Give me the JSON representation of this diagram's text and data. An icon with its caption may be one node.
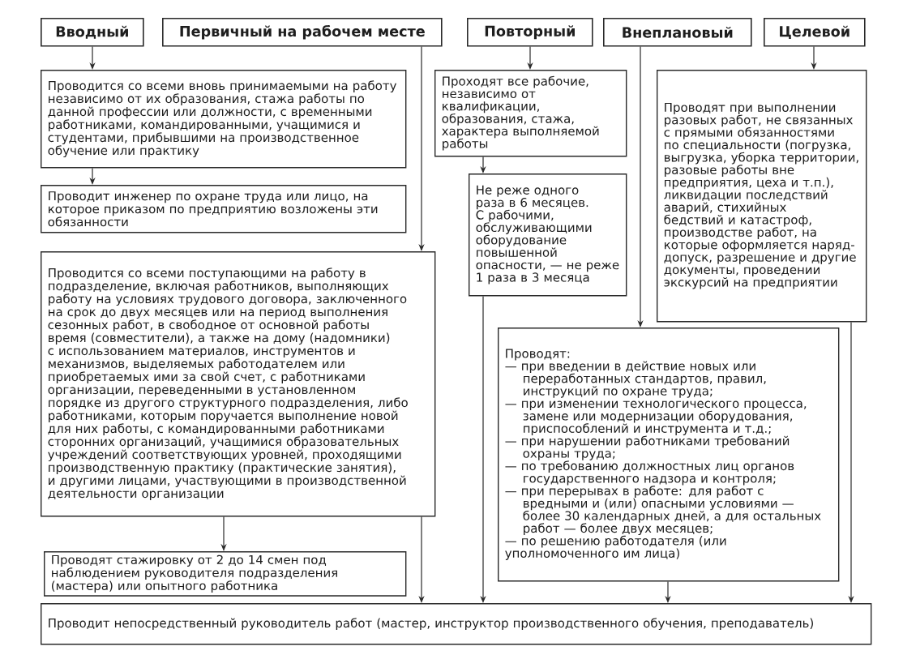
{
  "diagram": {
    "nodes": [
      {
        "text": [
          "Вводный"
        ]
      },
      {
        "text": [
          "Первичный на рабочем месте"
        ]
      },
      {
        "text": [
          "Повторный"
        ]
      },
      {
        "text": [
          "Внеплановый"
        ]
      },
      {
        "text": [
          "Целевой"
        ]
      },
      {
        "text": [
          "Проводится со всеми вновь принимаемыми на работу независимо от их образования, стажа работы по данной профессии или должности, с временными работниками, командированными, учащимися и студентами, прибывшими на производственное обучение или практику"
        ]
      },
      {
        "text": [
          "Проходят все рабочие, независимо от квалификации, образования, стажа, характера выполняемой работы"
        ]
      },
      {
        "text": [
          "Проводят при выполнении разовых работ, не связанных с прямыми обязанностями по специальности (погрузка, выгрузка, уборка территории, разовые работы вне предприятия, цеха и т.п.), ликвидации последствий аварий, стихийных бедствий и катастроф, производстве работ, на которые оформляется наряд-допуск, разрешение и другие документы, проведении экскурсий на предприятии"
        ]
      },
      {
        "text": [
          "Не реже одного раза в 6 месяцев. С рабочими, обслуживающими оборудование повышенной опасности, — не реже 1 раза в 3 месяца"
        ]
      },
      {
        "text": [
          "Проводит инженер по охране труда или лицо, на которое приказом по предприятию возложены эти обязанности"
        ]
      },
      {
        "text": [
          "Проводится со всеми поступающими на работу в подразделение, включая работников, выполняющих работу на условиях трудового договора, заключенного на срок до двух месяцев или на период выполнения сезонных работ, в свободное от основной работы время (совместители), а также на дому (надомники) с использованием материалов, инструментов и механизмов, выделяемых работодателем или приобретаемых ими за свой счет, с работниками организации, переведенными в установленном порядке из другого структурного подразделения, либо работниками, которым поручается выполнение новой для них работы, с командированными работниками сторонних организаций, учащимися образовательных учреждений соответствующих уровней, проходящими производственную практику (практические занятия), и другими лицами, участвующими в производственной деятельности организации"
        ]
      },
      {
        "text": [
          "Проводят:",
          "— при введении в действие новых или переработанных стандартов, правил, инструкций по охране труда;",
          "— при изменении технологического процесса, замене или модернизации оборудования, приспособлений и инструмента и т.д.;",
          "— при нарушении работниками требований охраны труда;",
          "— по требованию должностных лиц органов государственного надзора и контроля;",
          "— при перерывах в работе: для работ с вредными и (или) опасными условиями — более 30 календарных дней, а для остальных работ — более двух месяцев;",
          "— по решению работодателя (или уполномоченного им лица)"
        ]
      },
      {
        "text": [
          "Проводят стажировку от 2 до 14 смен под наблюдением руководителя подразделения (мастера) или опытного работника"
        ]
      },
      {
        "text": [
          "Проводит непосредственный руководитель работ (мастер, инструктор производственного обучения, преподаватель)"
        ]
      }
    ],
    "edges": [
      {
        "from": 0,
        "to": 5,
        "arrow": "to"
      },
      {
        "from": 1,
        "to": 10,
        "arrow": "to"
      },
      {
        "from": 2,
        "to": 6,
        "arrow": "to"
      },
      {
        "from": 3,
        "to": 11,
        "arrow": "to"
      },
      {
        "from": 4,
        "to": 7,
        "arrow": "to"
      },
      {
        "from": 5,
        "to": 9,
        "arrow": "to"
      },
      {
        "from": 6,
        "to": 8,
        "arrow": "to"
      },
      {
        "from": 10,
        "to": 12,
        "arrow": "to"
      },
      {
        "from": 10,
        "to": 13,
        "arrow": "to"
      },
      {
        "from": 8,
        "to": 13,
        "arrow": "to"
      },
      {
        "from": 11,
        "to": 13,
        "arrow": "to"
      },
      {
        "from": 7,
        "to": 13,
        "arrow": "to"
      }
    ]
  }
}
